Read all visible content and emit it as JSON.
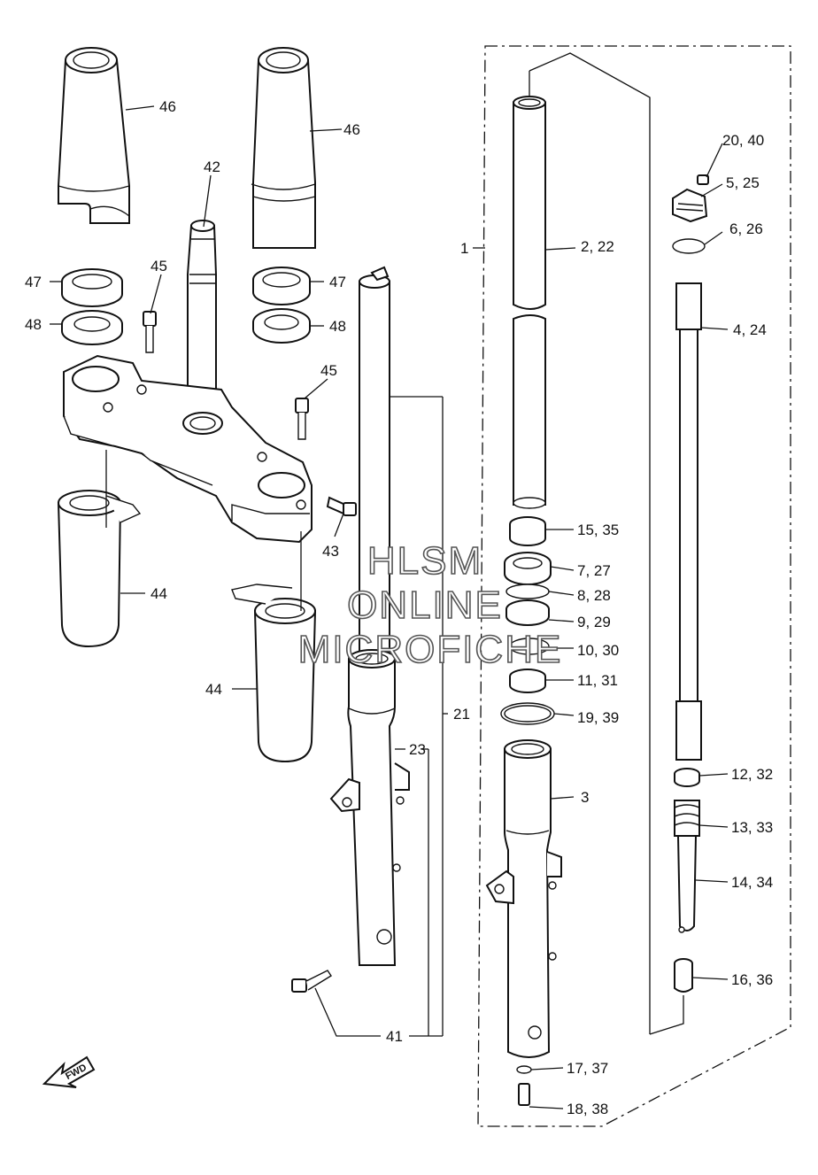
{
  "labels": {
    "p1": "1",
    "p2_22": "2, 22",
    "p3": "3",
    "p4_24": "4, 24",
    "p5_25": "5, 25",
    "p6_26": "6, 26",
    "p7_27": "7, 27",
    "p8_28": "8, 28",
    "p9_29": "9, 29",
    "p10_30": "10, 30",
    "p11_31": "11, 31",
    "p12_32": "12, 32",
    "p13_33": "13, 33",
    "p14_34": "14, 34",
    "p15_35": "15, 35",
    "p16_36": "16, 36",
    "p17_37": "17, 37",
    "p18_38": "18, 38",
    "p19_39": "19, 39",
    "p20_40": "20, 40",
    "p21": "21",
    "p23": "23",
    "p41": "41",
    "p42": "42",
    "p43": "43",
    "p44_left": "44",
    "p44_right": "44",
    "p45_left": "45",
    "p45_right": "45",
    "p46_left": "46",
    "p46_right": "46",
    "p47_left": "47",
    "p47_right": "47",
    "p48_left": "48",
    "p48_right": "48"
  },
  "watermark": {
    "line1": "HLSM",
    "line2": "ONLINE",
    "line3": "MICROFICHE"
  },
  "fwd_label": "FWD"
}
